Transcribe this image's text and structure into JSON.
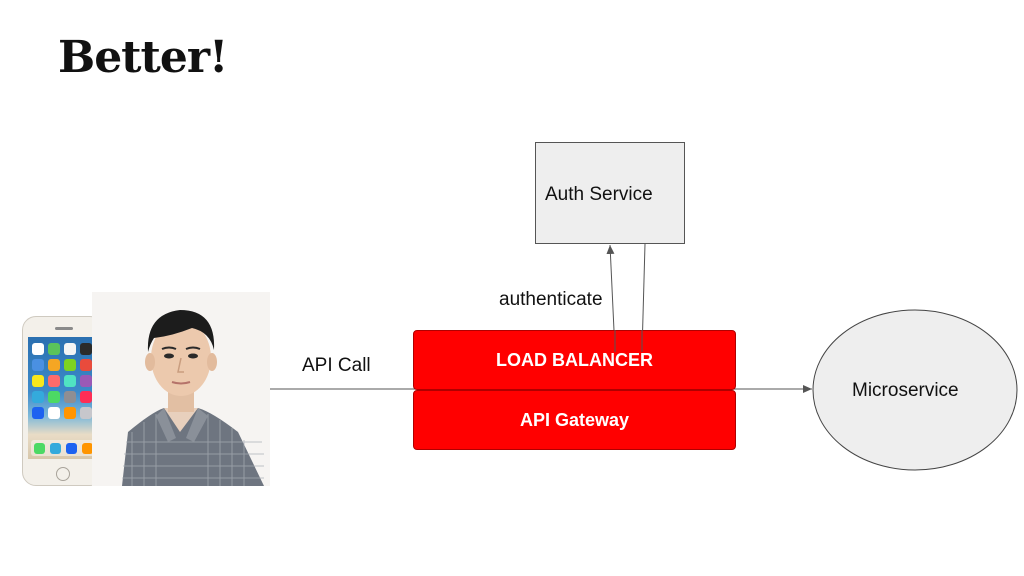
{
  "slide": {
    "title": "Better!"
  },
  "diagram": {
    "nodes": {
      "auth_service": "Auth Service",
      "load_balancer": "LOAD BALANCER",
      "api_gateway": "API Gateway",
      "microservice": "Microservice"
    },
    "edges": {
      "api_call": "API Call",
      "authenticate": "authenticate"
    }
  },
  "colors": {
    "gateway_red": "#ff0000",
    "auth_box_fill": "#eeeeee",
    "microservice_fill": "#eeeeee"
  },
  "images": {
    "phone": "smartphone-illustration",
    "person": "user-photo"
  }
}
